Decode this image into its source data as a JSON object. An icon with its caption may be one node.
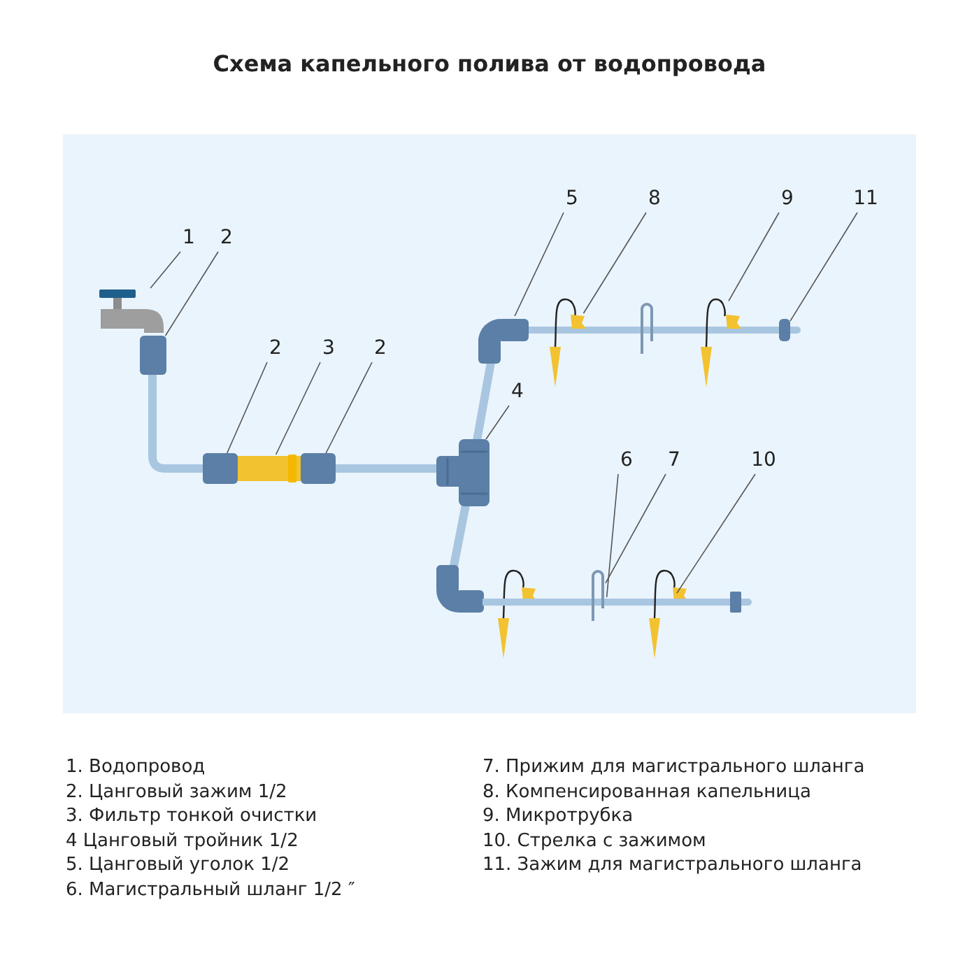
{
  "diagram": {
    "title": "Схема капельного полива от водопровода",
    "nodes": [
      {
        "text": [
          "5"
        ]
      },
      {
        "text": [
          "8"
        ]
      },
      {
        "text": [
          "9"
        ]
      },
      {
        "text": [
          "11"
        ]
      },
      {
        "text": [
          "1"
        ]
      },
      {
        "text": [
          "2"
        ]
      },
      {
        "text": [
          "2"
        ]
      },
      {
        "text": [
          "3"
        ]
      },
      {
        "text": [
          "2"
        ]
      },
      {
        "text": [
          "4"
        ]
      },
      {
        "text": [
          "6"
        ]
      },
      {
        "text": [
          "7"
        ]
      },
      {
        "text": [
          "10"
        ]
      },
      {
        "text": [],
        "shape": "picture"
      },
      {
        "text": [],
        "shape": "box"
      },
      {
        "text": [],
        "shape": "box"
      },
      {
        "text": [],
        "shape": "picture"
      },
      {
        "text": [],
        "shape": "box"
      },
      {
        "text": [],
        "shape": "picture"
      },
      {
        "text": [],
        "shape": "picture"
      },
      {
        "text": [],
        "shape": "picture"
      },
      {
        "text": [],
        "shape": "picture"
      },
      {
        "text": [],
        "shape": "box"
      },
      {
        "text": [],
        "shape": "picture"
      },
      {
        "text": [],
        "shape": "picture"
      },
      {
        "text": [],
        "shape": "picture"
      }
    ],
    "edges": [
      {
        "from": 0,
        "to": 19,
        "arrow": "none"
      },
      {
        "from": 1,
        "to": 20,
        "arrow": "none"
      },
      {
        "from": 2,
        "to": 21,
        "arrow": "none"
      },
      {
        "from": 3,
        "to": 22,
        "arrow": "none"
      },
      {
        "from": 4,
        "to": 13,
        "arrow": "none"
      },
      {
        "from": 5,
        "to": 14,
        "arrow": "none"
      },
      {
        "from": 6,
        "to": 15,
        "arrow": "none"
      },
      {
        "from": 7,
        "to": 16,
        "arrow": "none"
      },
      {
        "from": 8,
        "to": 17,
        "arrow": "none"
      },
      {
        "from": 9,
        "to": 18,
        "arrow": "none"
      },
      {
        "from": 10,
        "to": 23,
        "arrow": "none"
      },
      {
        "from": 11,
        "to": 24,
        "arrow": "none"
      },
      {
        "from": 12,
        "to": 25,
        "arrow": "none"
      }
    ],
    "labels": [
      "1. Водопровод",
      "2. Цанговый зажим 1/2",
      "3. Фильтр тонкой очистки",
      "4 Цанговый тройник 1/2",
      "5. Цанговый уголок 1/2",
      "6. Магистральный шланг 1/2 ″",
      "7. Прижим для магистрального шланга",
      "8. Компенсированная капельница",
      "9. Микротрубка",
      "10. Стрелка с зажимом",
      "11. Зажим для магистрального шланга"
    ]
  }
}
